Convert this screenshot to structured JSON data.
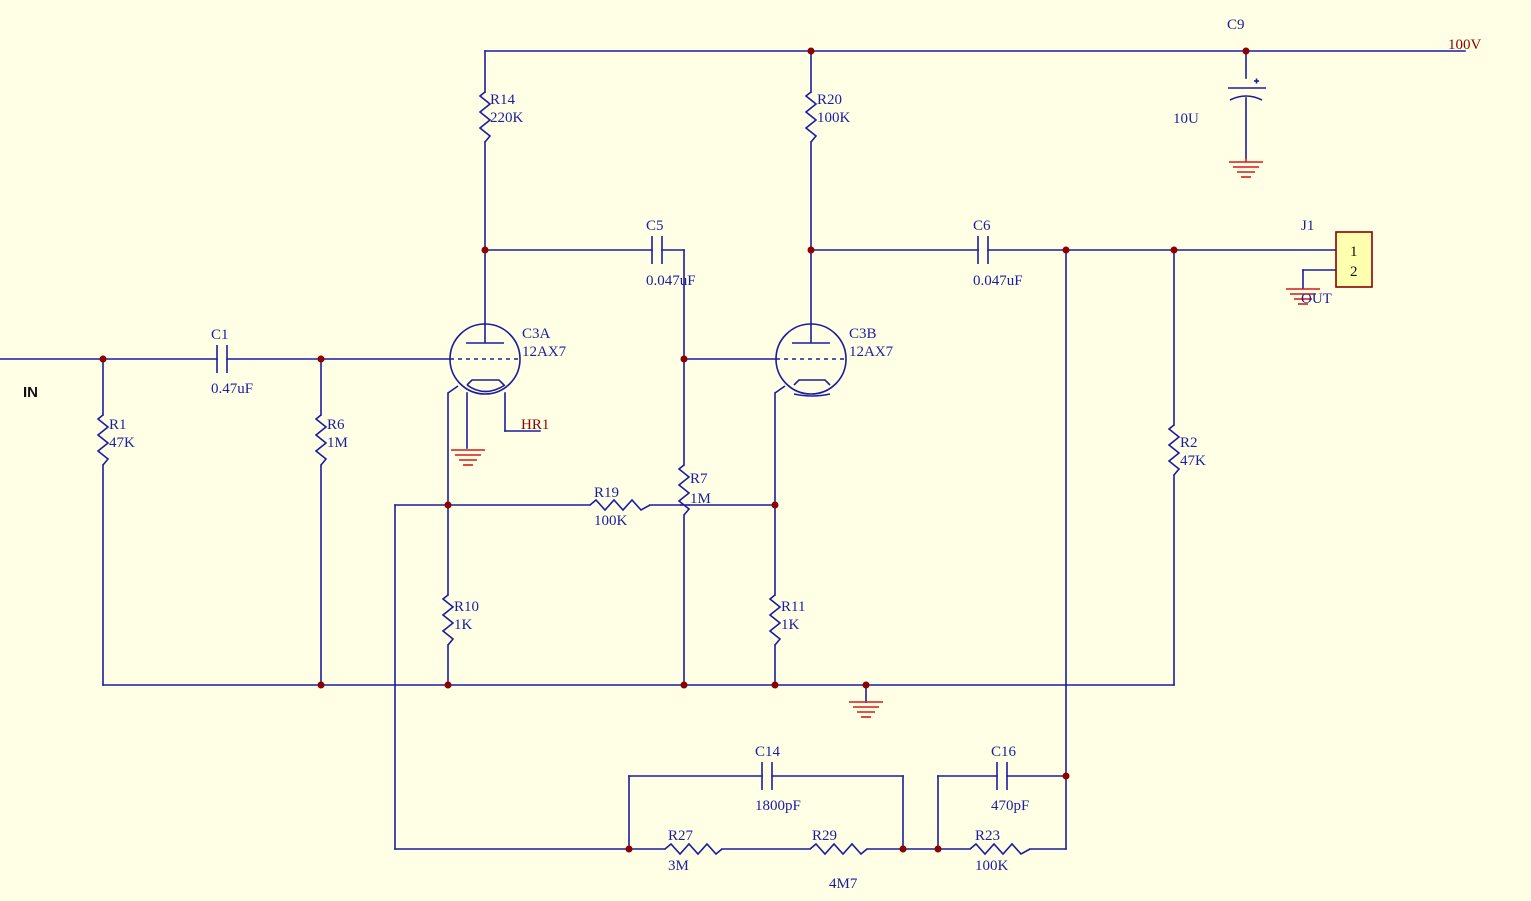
{
  "labels": {
    "in": "IN",
    "hr1": "HR1",
    "v100": "100V",
    "out": "OUT",
    "c9": "C9",
    "c9_val": "10U",
    "r14": "R14",
    "r14_val": "220K",
    "r20": "R20",
    "r20_val": "100K",
    "c5": "C5",
    "c5_val": "0.047uF",
    "c6": "C6",
    "c6_val": "0.047uF",
    "j1": "J1",
    "j1_pin1": "1",
    "j1_pin2": "2",
    "c1": "C1",
    "c1_val": "0.47uF",
    "c3a": "C3A",
    "c3a_val": "12AX7",
    "c3b": "C3B",
    "c3b_val": "12AX7",
    "r1": "R1",
    "r1_val": "47K",
    "r6": "R6",
    "r6_val": "1M",
    "r7": "R7",
    "r7_val": "1M",
    "r19": "R19",
    "r19_val": "100K",
    "r2": "R2",
    "r2_val": "47K",
    "r10": "R10",
    "r10_val": "1K",
    "r11": "R11",
    "r11_val": "1K",
    "c14": "C14",
    "c14_val": "1800pF",
    "c16": "C16",
    "c16_val": "470pF",
    "r27": "R27",
    "r27_val": "3M",
    "r29": "R29",
    "r29_val": "4M7",
    "r23": "R23",
    "r23_val": "100K"
  },
  "colors": {
    "background": "#ffffe6",
    "wire": "#1c1ca0",
    "junction": "#8b0000",
    "ground": "#d61a1a",
    "net_label": "#8b0000",
    "connector_fill": "#ffffb0"
  }
}
